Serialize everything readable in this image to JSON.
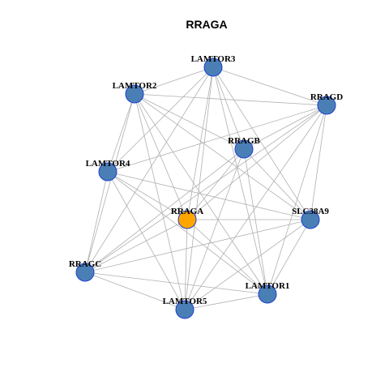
{
  "graph": {
    "title": "RRAGA",
    "colors": {
      "focus_node": "#ffa500",
      "node": "#4a7fb5",
      "node_border": "#1f3fcf",
      "edge": "#b0b0b0"
    },
    "nodes": [
      {
        "id": "LAMTOR3",
        "label": "LAMTOR3",
        "focus": false
      },
      {
        "id": "LAMTOR2",
        "label": "LAMTOR2",
        "focus": false
      },
      {
        "id": "RRAGD",
        "label": "RRAGD",
        "focus": false
      },
      {
        "id": "RRAGB",
        "label": "RRAGB",
        "focus": false
      },
      {
        "id": "LAMTOR4",
        "label": "LAMTOR4",
        "focus": false
      },
      {
        "id": "RRAGA",
        "label": "RRAGA",
        "focus": true
      },
      {
        "id": "SLC38A9",
        "label": "SLC38A9",
        "focus": false
      },
      {
        "id": "RRAGC",
        "label": "RRAGC",
        "focus": false
      },
      {
        "id": "LAMTOR1",
        "label": "LAMTOR1",
        "focus": false
      },
      {
        "id": "LAMTOR5",
        "label": "LAMTOR5",
        "focus": false
      }
    ],
    "edges": [
      [
        "LAMTOR3",
        "LAMTOR2"
      ],
      [
        "LAMTOR3",
        "RRAGD"
      ],
      [
        "LAMTOR3",
        "RRAGB"
      ],
      [
        "LAMTOR3",
        "LAMTOR4"
      ],
      [
        "LAMTOR3",
        "RRAGA"
      ],
      [
        "LAMTOR3",
        "SLC38A9"
      ],
      [
        "LAMTOR3",
        "RRAGC"
      ],
      [
        "LAMTOR3",
        "LAMTOR1"
      ],
      [
        "LAMTOR3",
        "LAMTOR5"
      ],
      [
        "LAMTOR2",
        "RRAGD"
      ],
      [
        "LAMTOR2",
        "RRAGB"
      ],
      [
        "LAMTOR2",
        "LAMTOR4"
      ],
      [
        "LAMTOR2",
        "RRAGA"
      ],
      [
        "LAMTOR2",
        "SLC38A9"
      ],
      [
        "LAMTOR2",
        "RRAGC"
      ],
      [
        "LAMTOR2",
        "LAMTOR1"
      ],
      [
        "LAMTOR2",
        "LAMTOR5"
      ],
      [
        "RRAGD",
        "RRAGB"
      ],
      [
        "RRAGD",
        "LAMTOR4"
      ],
      [
        "RRAGD",
        "RRAGA"
      ],
      [
        "RRAGD",
        "SLC38A9"
      ],
      [
        "RRAGD",
        "RRAGC"
      ],
      [
        "RRAGD",
        "LAMTOR1"
      ],
      [
        "RRAGD",
        "LAMTOR5"
      ],
      [
        "RRAGB",
        "RRAGA"
      ],
      [
        "RRAGB",
        "SLC38A9"
      ],
      [
        "RRAGB",
        "RRAGC"
      ],
      [
        "RRAGB",
        "LAMTOR1"
      ],
      [
        "RRAGB",
        "LAMTOR5"
      ],
      [
        "LAMTOR4",
        "RRAGA"
      ],
      [
        "LAMTOR4",
        "SLC38A9"
      ],
      [
        "LAMTOR4",
        "RRAGC"
      ],
      [
        "LAMTOR4",
        "LAMTOR1"
      ],
      [
        "LAMTOR4",
        "LAMTOR5"
      ],
      [
        "RRAGA",
        "SLC38A9"
      ],
      [
        "RRAGA",
        "RRAGC"
      ],
      [
        "RRAGA",
        "LAMTOR1"
      ],
      [
        "RRAGA",
        "LAMTOR5"
      ],
      [
        "SLC38A9",
        "RRAGC"
      ],
      [
        "SLC38A9",
        "LAMTOR1"
      ],
      [
        "SLC38A9",
        "LAMTOR5"
      ],
      [
        "RRAGC",
        "LAMTOR1"
      ],
      [
        "RRAGC",
        "LAMTOR5"
      ],
      [
        "LAMTOR1",
        "LAMTOR5"
      ]
    ]
  }
}
